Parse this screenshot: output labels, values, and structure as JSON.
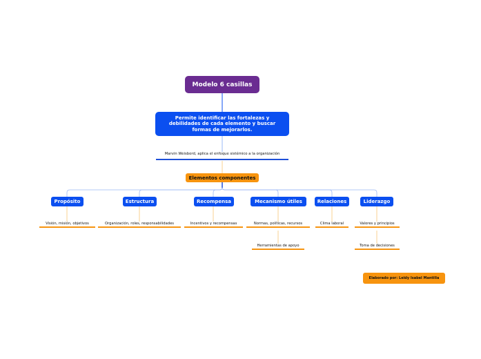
{
  "root": "Modelo 6 casillas",
  "description": "Permite identificar las fortalezas y debilidades de cada elemento y buscar formas de mejorarlos.",
  "author_note": "Marvin Weisbord, aplica el enfoque sistémico a la organización",
  "components": "Elementos componentes",
  "categories": [
    {
      "label": "Propósito",
      "items": [
        "Visión, misión, objetivos"
      ]
    },
    {
      "label": "Estructura",
      "items": [
        "Organización, roles, responsabilidades"
      ]
    },
    {
      "label": "Recompensa",
      "items": [
        "Incentivos y recompensas"
      ]
    },
    {
      "label": "Mecanismo útiles",
      "items": [
        "Normas, políticas, recursos",
        "Herramientas de apoyo"
      ]
    },
    {
      "label": "Relaciones",
      "items": [
        "Clima laboral"
      ]
    },
    {
      "label": "Liderazgo",
      "items": [
        "Valores y principios",
        "Toma de decisiones"
      ]
    }
  ],
  "credit": "Elaborado por: Leidy Isabel Mantilla",
  "colors": {
    "root": "#6a2c91",
    "blue": "#0b4ff0",
    "orange": "#f7940f"
  }
}
